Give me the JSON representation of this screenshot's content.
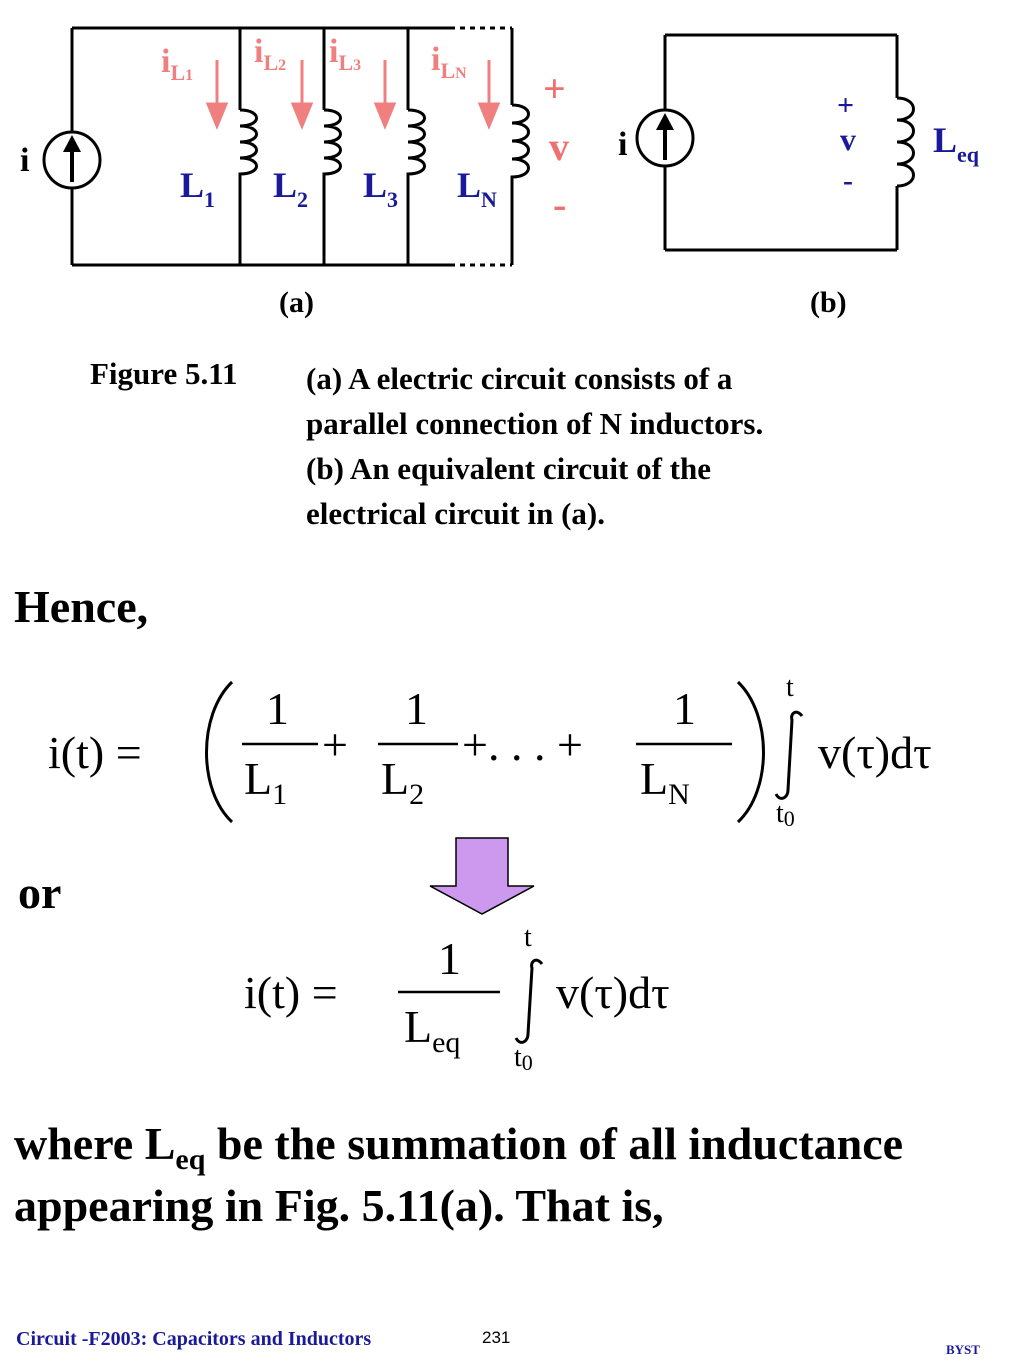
{
  "figure": {
    "label": "Figure 5.11",
    "caption_lines": [
      "(a) A electric circuit consists of a",
      "parallel connection of N inductors.",
      "(b) An equivalent circuit of the",
      "electrical circuit in (a)."
    ],
    "panel_a": {
      "label": "(a)",
      "source_label": "i",
      "currents": [
        {
          "main": "i",
          "sub": "L",
          "subsub": "1"
        },
        {
          "main": "i",
          "sub": "L",
          "subsub": "2"
        },
        {
          "main": "i",
          "sub": "L",
          "subsub": "3"
        },
        {
          "main": "i",
          "sub": "L",
          "subsub": "N"
        }
      ],
      "inductors": [
        {
          "main": "L",
          "sub": "1"
        },
        {
          "main": "L",
          "sub": "2"
        },
        {
          "main": "L",
          "sub": "3"
        },
        {
          "main": "L",
          "sub": "N"
        }
      ],
      "voltage": {
        "plus": "+",
        "symbol": "v",
        "minus": "-"
      }
    },
    "panel_b": {
      "label": "(b)",
      "source_label": "i",
      "voltage": {
        "plus": "+",
        "symbol": "v",
        "minus": "-"
      },
      "inductor": {
        "main": "L",
        "sub": "eq"
      }
    },
    "colors": {
      "current_arrow": "#f08080",
      "label_blue": "#1a1a99",
      "voltage_red": "#f07070",
      "arrow_fill": "#cc99ee"
    }
  },
  "text": {
    "hence": "Hence,",
    "or": "or",
    "para_before_sub": "where L",
    "para_sub": "eq",
    "para_after_sub": " be the summation of all inductance appearing in Fig. 5.11(a).  That is,"
  },
  "equation1": {
    "lhs": "i(t) =",
    "numerators": [
      "1",
      "1",
      "1"
    ],
    "denominators": [
      {
        "main": "L",
        "sub": "1"
      },
      {
        "main": "L",
        "sub": "2"
      },
      {
        "main": "L",
        "sub": "N"
      }
    ],
    "plus": "+",
    "dots": "+. . . +",
    "upper_limit": "t",
    "lower_limit": "t",
    "lower_limit_sub": "0",
    "integrand": "v(τ)dτ"
  },
  "equation2": {
    "lhs": "i(t) =",
    "numerator": "1",
    "denominator": {
      "main": "L",
      "sub": "eq"
    },
    "upper_limit": "t",
    "lower_limit": "t",
    "lower_limit_sub": "0",
    "integrand": "v(τ)dτ"
  },
  "footer": {
    "left": "Circuit -F2003: Capacitors and Inductors",
    "page": "231",
    "right": "BYST"
  }
}
